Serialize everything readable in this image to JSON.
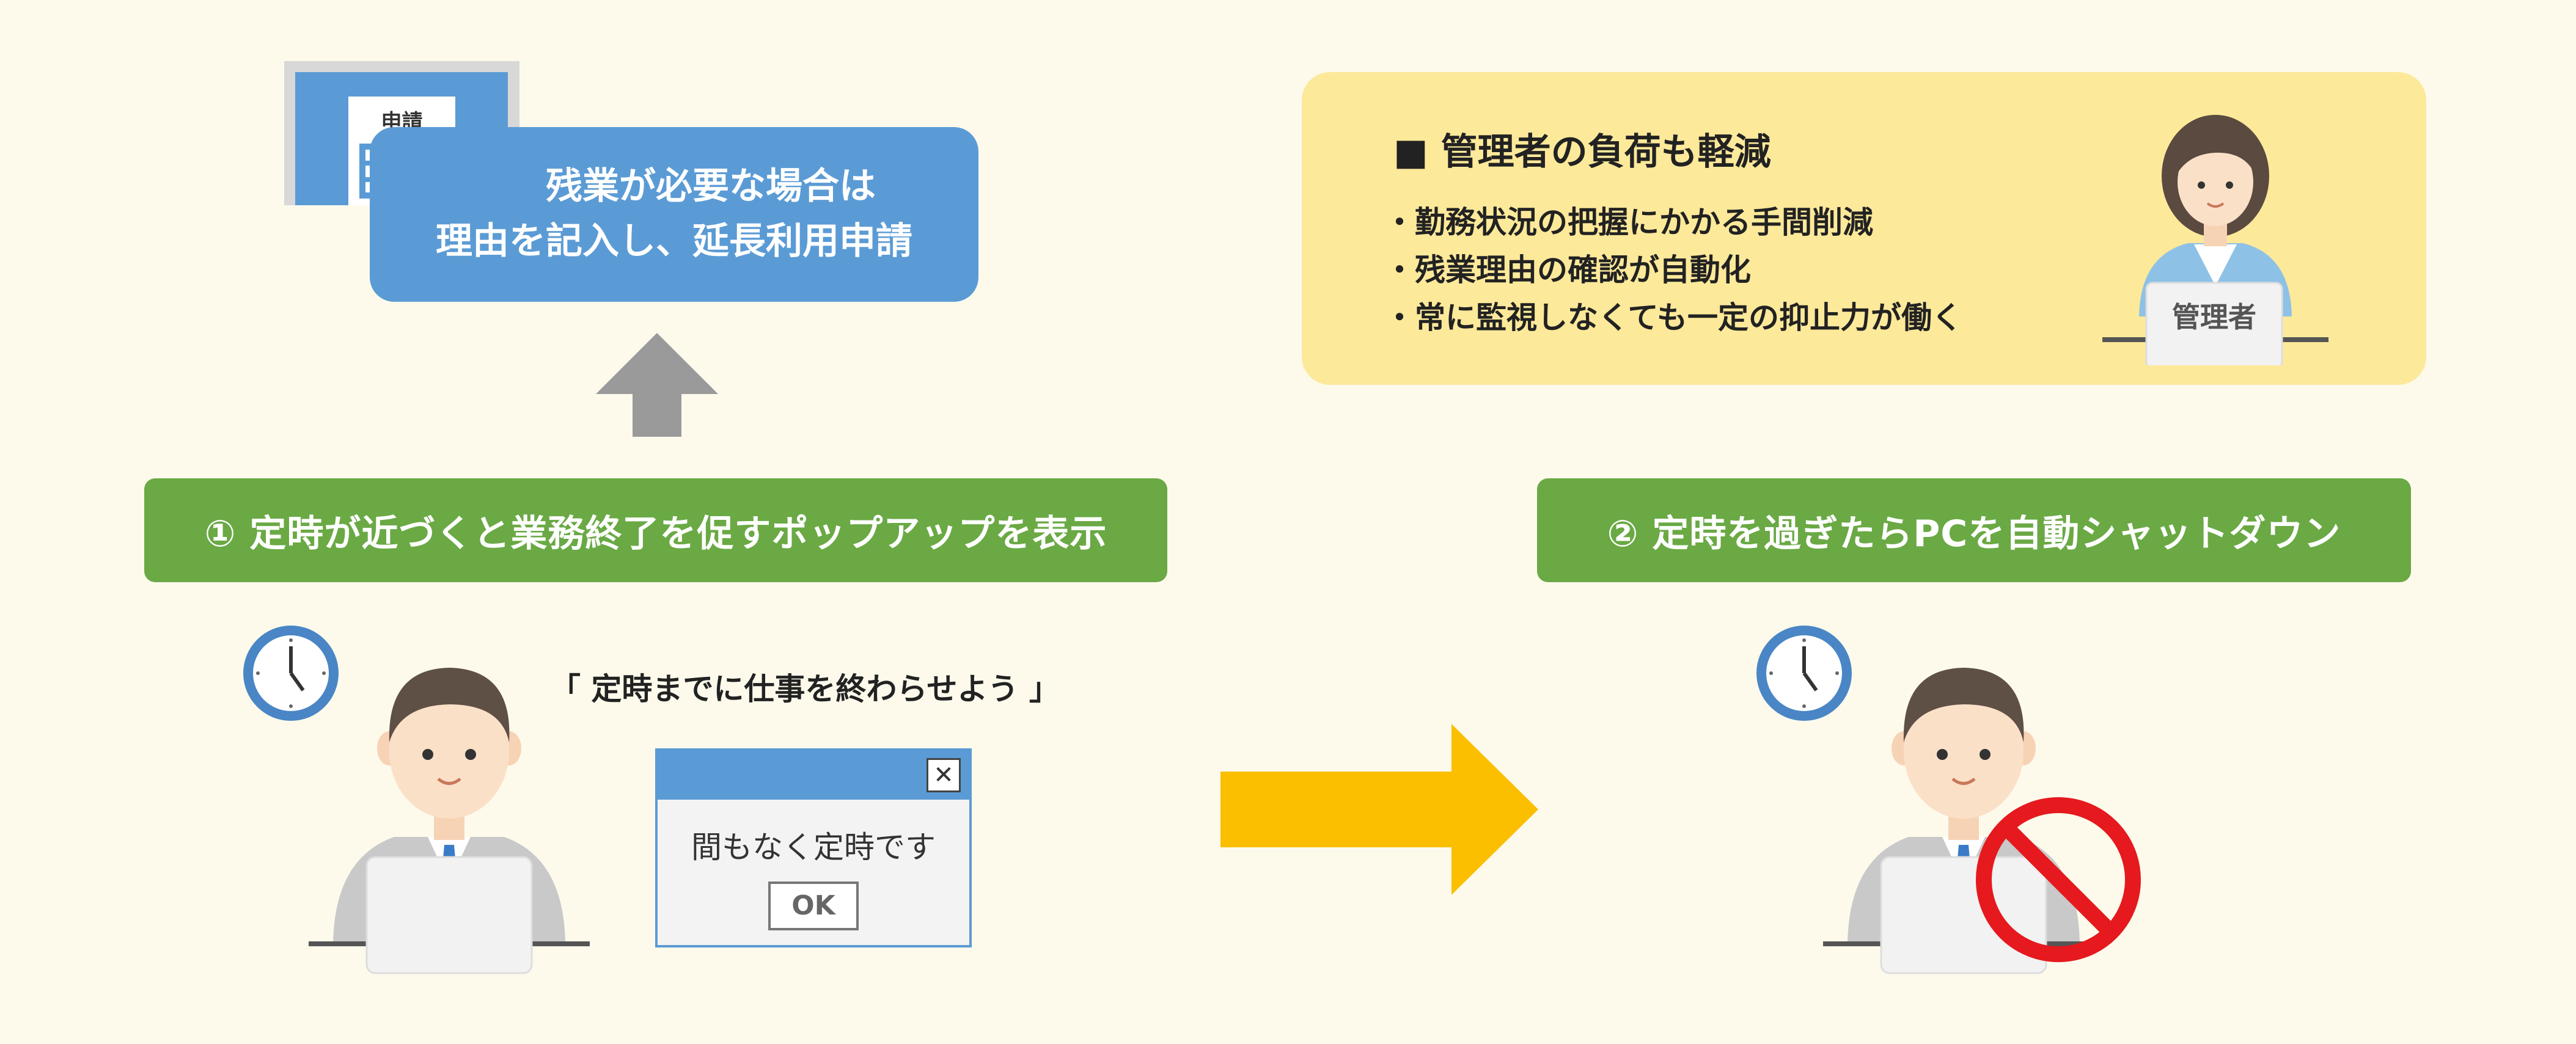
{
  "form_icon_label": "申請",
  "top_box": {
    "line1": "残業が必要な場合は",
    "line2": "理由を記入し、延長利用申請"
  },
  "manager_box": {
    "title": "■ 管理者の負荷も軽減",
    "bullets": [
      "・勤務状況の把握にかかる手間削減",
      "・残業理由の確認が自動化",
      "・常に監視しなくても一定の抑止力が働く"
    ],
    "badge": "管理者"
  },
  "step1": {
    "label": "① 定時が近づくと業務終了を促すポップアップを表示"
  },
  "step2": {
    "label": "② 定時を過ぎたらPCを自動シャットダウン"
  },
  "speech": "「 定時までに仕事を終わらせよう 」",
  "dialog": {
    "message": "間もなく定時です",
    "ok": "OK",
    "close": "✕"
  },
  "colors": {
    "background": "#fdfaec",
    "green": "#6aa944",
    "blue": "#5b9bd5",
    "yellow_box": "#fde99a",
    "arrow_yellow": "#fbbf00",
    "arrow_gray": "#9a9a9a",
    "prohibit_red": "#e5191e",
    "clock_blue": "#4a86c5"
  }
}
